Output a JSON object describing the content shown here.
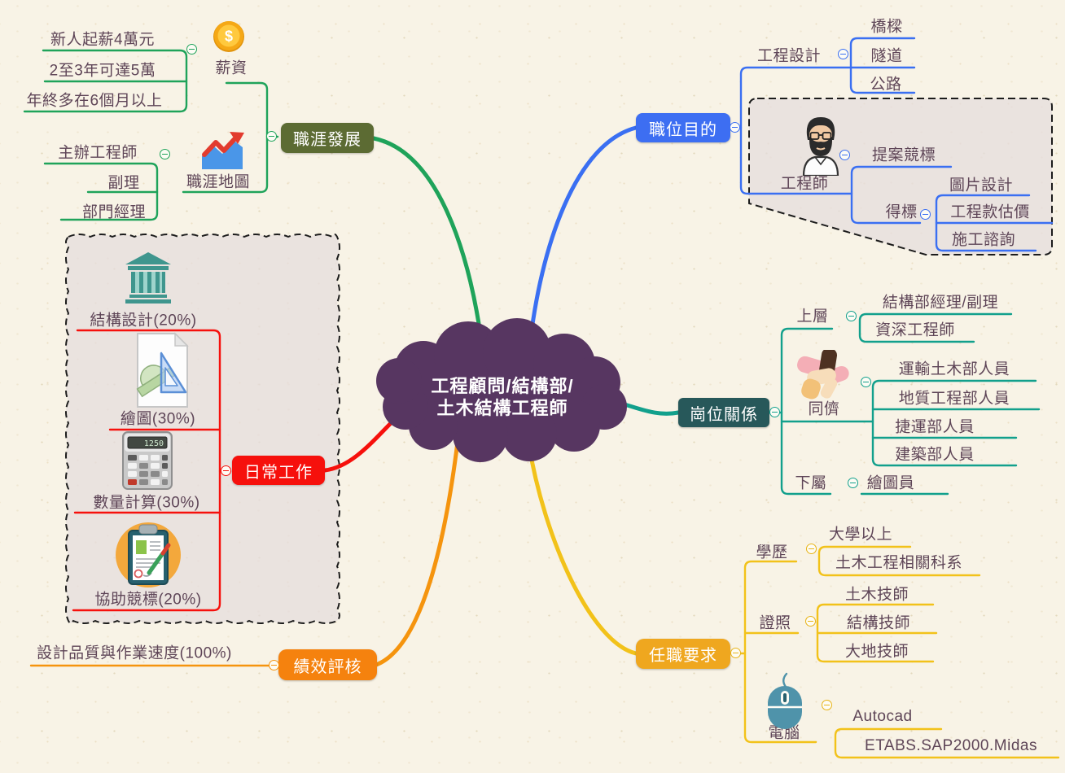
{
  "center": {
    "title_line1": "工程顧問/結構部/",
    "title_line2": "土木結構工程師",
    "color": "#573661"
  },
  "branches": {
    "career": {
      "node": "職涯發展",
      "node_color": "#5c6b33",
      "line_color": "#1fa35a",
      "salary": {
        "label": "薪資",
        "icon": "coin-icon",
        "items": [
          "新人起薪4萬元",
          "2至3年可達5萬",
          "年終多在6個月以上"
        ]
      },
      "map": {
        "label": "職涯地圖",
        "icon": "growth-chart-icon",
        "items": [
          "主辦工程師",
          "副理",
          "部門經理"
        ]
      }
    },
    "purpose": {
      "node": "職位目的",
      "node_color": "#3d6ef2",
      "line_color": "#3a6ff2",
      "design": {
        "label": "工程設計",
        "items": [
          "橋樑",
          "隧道",
          "公路"
        ]
      },
      "engineer": {
        "label": "工程師",
        "icon": "engineer-avatar",
        "bid": "提案競標",
        "win": {
          "label": "得標",
          "items": [
            "圖片設計",
            "工程款估價",
            "施工諮詢"
          ]
        }
      }
    },
    "relations": {
      "node": "崗位關係",
      "node_color": "#27585a",
      "line_color": "#12a08c",
      "upper": {
        "label": "上層",
        "items": [
          "結構部經理/副理",
          "資深工程師"
        ]
      },
      "peers": {
        "label": "同儕",
        "icon": "stacked-hands-icon",
        "items": [
          "運輸土木部人員",
          "地質工程部人員",
          "捷運部人員",
          "建築部人員"
        ]
      },
      "sub": {
        "label": "下屬",
        "items": [
          "繪圖員"
        ]
      }
    },
    "daily": {
      "node": "日常工作",
      "node_color": "#f6100c",
      "line_color": "#f6100c",
      "items": [
        "結構設計(20%)",
        "繪圖(30%)",
        "數量計算(30%)",
        "協助競標(20%)"
      ],
      "icons": [
        "bank-icon",
        "drafting-tools-icon",
        "calculator-icon",
        "clipboard-icon"
      ]
    },
    "performance": {
      "node": "績效評核",
      "node_color": "#f5820e",
      "line_color": "#f5940e",
      "items": [
        "設計品質與作業速度(100%)"
      ]
    },
    "requirements": {
      "node": "任職要求",
      "node_color": "#efa71f",
      "line_color": "#f2c21a",
      "education": {
        "label": "學歷",
        "items": [
          "大學以上",
          "土木工程相關科系"
        ]
      },
      "license": {
        "label": "證照",
        "items": [
          "土木技師",
          "結構技師",
          "大地技師"
        ]
      },
      "computer": {
        "label": "電腦",
        "icon": "mouse-icon",
        "items": [
          "Autocad",
          "ETABS.SAP2000.Midas"
        ]
      }
    }
  }
}
